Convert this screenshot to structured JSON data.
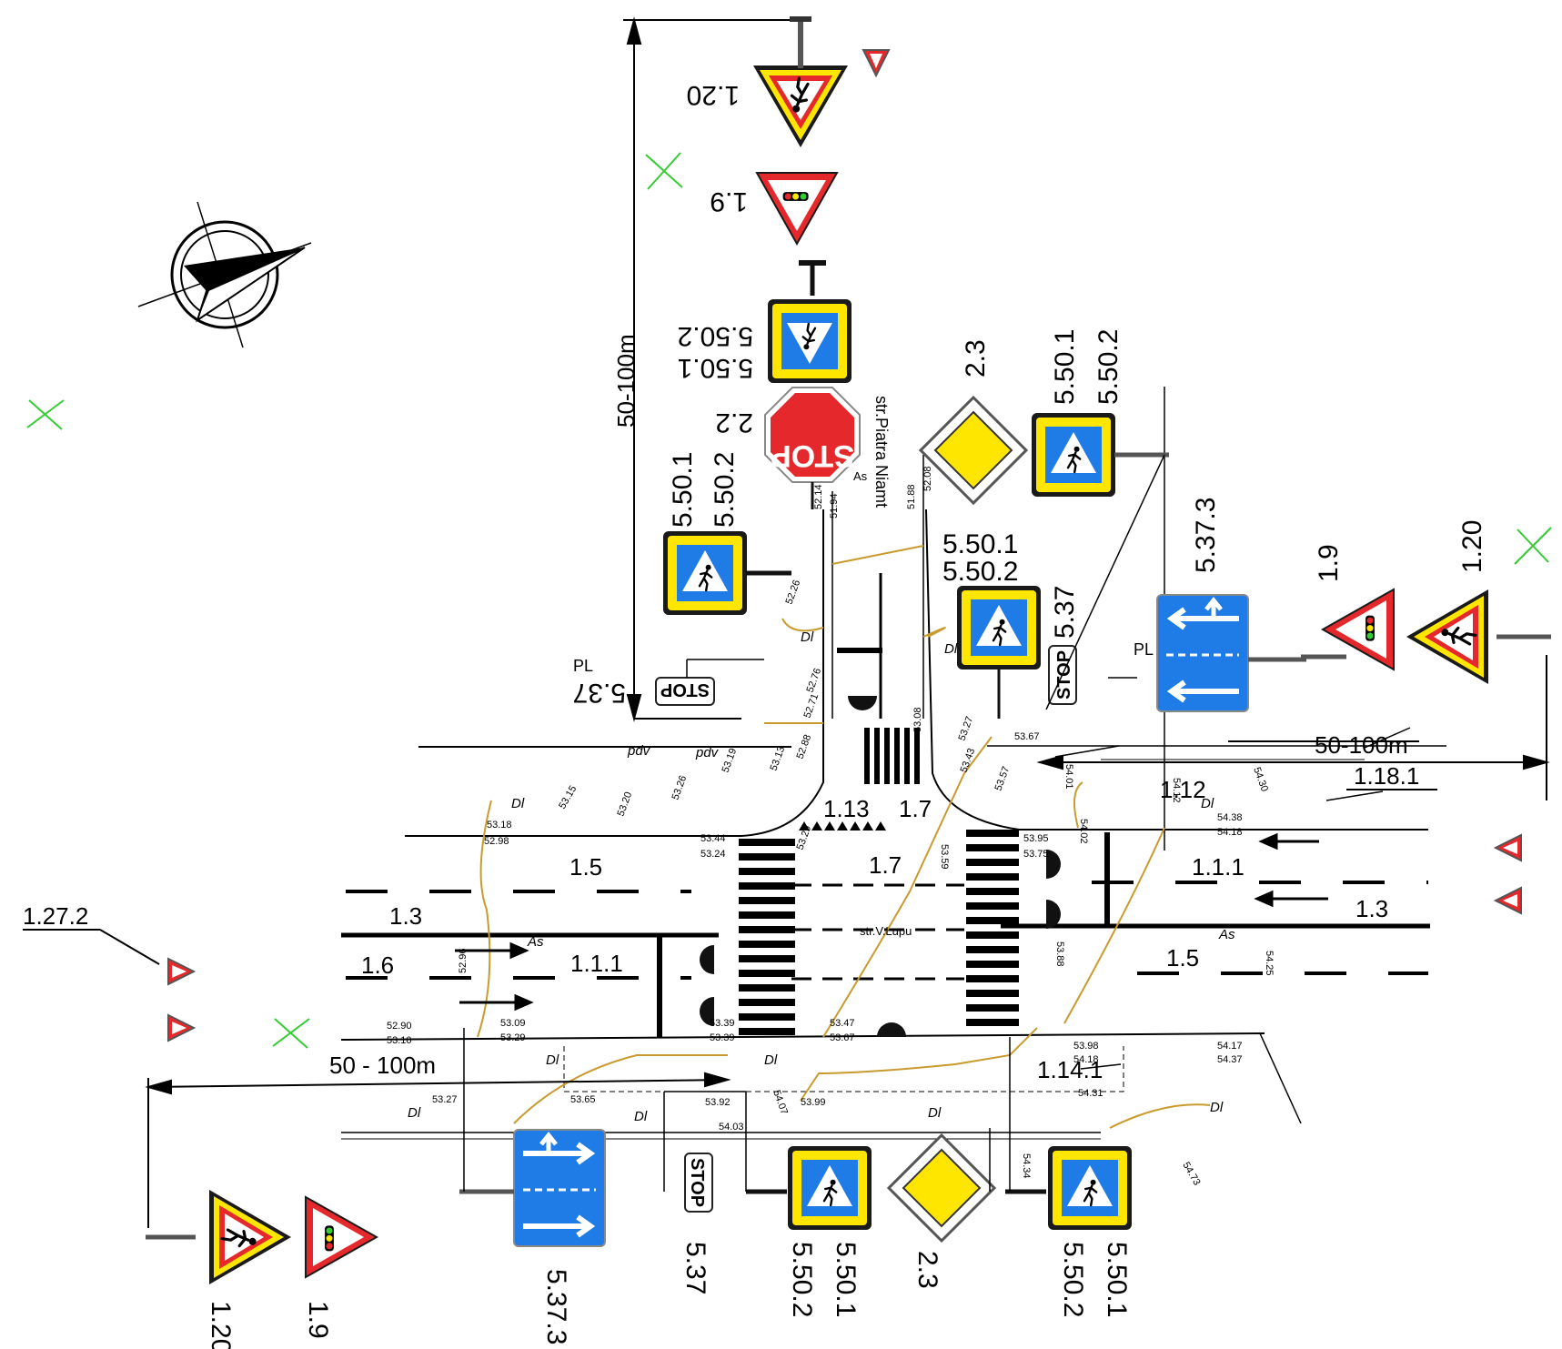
{
  "colors": {
    "sign_red": "#e5282b",
    "sign_yellow": "#ffe600",
    "sign_blue": "#1f7be6",
    "sign_frame": "#1a1a1a",
    "grid_cross": "#33cc33",
    "utility_line": "#c99a2e",
    "ink": "#000000"
  },
  "icons": {
    "compass": "north-arrow-icon",
    "warning_pedestrian": "pedestrian-warning-triangle-icon",
    "warning_traffic_light": "traffic-light-warning-triangle-icon",
    "yield": "yield-triangle-icon",
    "stop": "stop-octagon-icon",
    "priority_road": "priority-road-diamond-icon",
    "pedestrian_crossing": "pedestrian-crossing-square-icon",
    "lane_direction": "lane-direction-board-icon",
    "stop_line_plate": "stop-plate-icon",
    "traffic_signal_head": "traffic-signal-head-icon",
    "hydrant": "hydrant-icon",
    "lamp_post": "lamp-post-icon",
    "tree": "tree-icon"
  },
  "street_labels": {
    "north_street": "str.Piatra Niamt",
    "main_street": "str.V.Lupu"
  },
  "sign_codes": {
    "code_1_20": "1.20",
    "code_1_9": "1.9",
    "code_2_2": "2.2",
    "code_2_3": "2.3",
    "code_5_50_1": "5.50.1",
    "code_5_50_2": "5.50.2",
    "code_5_37": "5.37",
    "code_5_37_3": "5.37.3",
    "code_1_27_2": "1.27.2",
    "stop_text": "STOP"
  },
  "markings": {
    "m_1_3": "1.3",
    "m_1_5": "1.5",
    "m_1_6": "1.6",
    "m_1_7": "1.7",
    "m_1_1_1": "1.1.1",
    "m_1_12": "1.12",
    "m_1_13": "1.13",
    "m_1_14_1": "1.14.1",
    "m_1_18_1": "1.18.1"
  },
  "dimensions": {
    "north": "50-100m",
    "east": "50-100m",
    "west": "50 - 100m"
  },
  "surface_labels": {
    "pl": "PL",
    "as": "As",
    "dl": "Dl",
    "pdv": "pdv"
  },
  "elevations": [
    "53.18",
    "52.98",
    "53.15",
    "53.20",
    "53.26",
    "53.19",
    "53.13",
    "52.88",
    "53.44",
    "53.24",
    "53.29",
    "53.08",
    "53.27",
    "53.43",
    "53.57",
    "53.67",
    "53.59",
    "53.95",
    "53.75",
    "54.01",
    "54.02",
    "54.38",
    "54.18",
    "54.30",
    "54.12",
    "53.88",
    "54.25",
    "53.98",
    "54.18",
    "54.17",
    "54.37",
    "54.31",
    "53.99",
    "54.07",
    "54.03",
    "54.34",
    "54.73",
    "53.47",
    "53.67",
    "53.39",
    "53.39",
    "53.09",
    "53.29",
    "52.90",
    "53.10",
    "53.27",
    "53.65",
    "53.92",
    "52.96",
    "52.14",
    "51.94",
    "51.88",
    "52.08",
    "52.26",
    "52.76",
    "52.71"
  ]
}
